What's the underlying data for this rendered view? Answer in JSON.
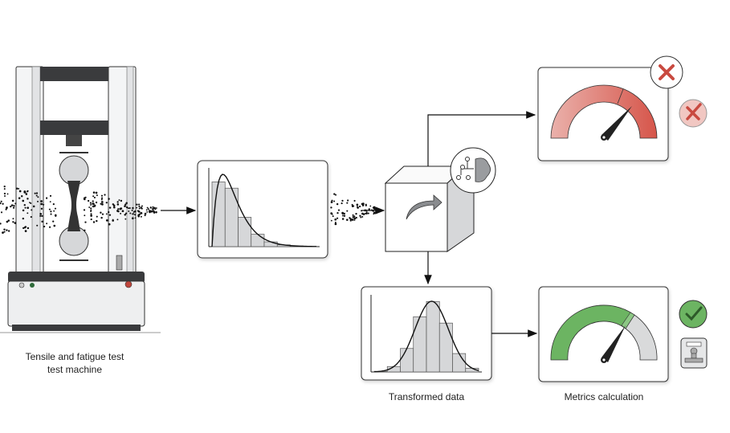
{
  "machine": {
    "label_line1": "Tensile and fatigue test",
    "label_line2": "test machine"
  },
  "transformed": {
    "label": "Transformed data"
  },
  "metrics": {
    "label": "Metrics calculation"
  },
  "colors": {
    "fail": "#d0483e",
    "pass": "#6cb462",
    "neutral": "#d9dadb",
    "dark": "#3a3b3d"
  },
  "icons": [
    "particle-stream-icon",
    "curved-arrow-icon",
    "ai-brain-icon",
    "fail-x-icon",
    "pass-check-icon",
    "approval-stamp-icon"
  ]
}
